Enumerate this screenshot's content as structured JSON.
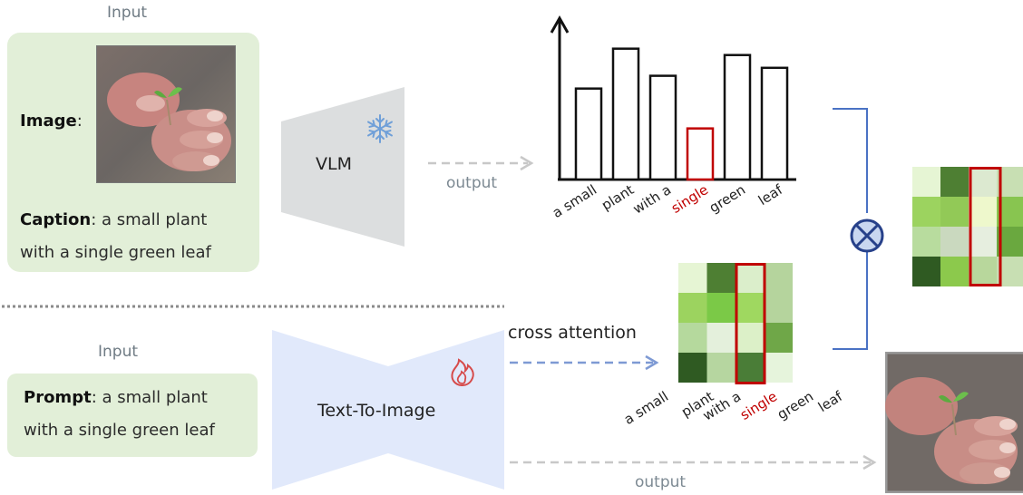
{
  "top": {
    "input_label": "Input",
    "image_label": "Image",
    "image_colon": ":",
    "caption_label": "Caption",
    "caption_text_1": ":  a small plant",
    "caption_text_2": "with a single green leaf",
    "vlm_label": "VLM",
    "output_label": "output"
  },
  "bottom": {
    "input_label": "Input",
    "prompt_label": "Prompt",
    "prompt_text_1": ":  a small plant",
    "prompt_text_2": "with a single green leaf",
    "t2i_label": "Text-To-Image",
    "cross_attention_label": "cross attention",
    "output_label": "output"
  },
  "tokens": [
    "a small",
    "plant",
    "with a",
    "single",
    "green",
    "leaf"
  ],
  "highlight_token": "single",
  "chart_data": {
    "type": "bar",
    "categories": [
      "a small",
      "plant",
      "with a",
      "single",
      "green",
      "leaf"
    ],
    "values": [
      0.57,
      0.82,
      0.65,
      0.32,
      0.78,
      0.7
    ],
    "highlight_index": 3
  },
  "colors": {
    "highlight": "#c00000",
    "axis": "#111111",
    "vlm_fill": "#dcdedf",
    "t2i_fill": "#e1e9fb",
    "green_box": "#e2efd8",
    "dashed_gray": "#c8c8c8",
    "dashed_blue": "#7e9ad4",
    "connector": "#4a72c4",
    "snowflake": "#6f9fd8",
    "fire": "#d64a4a"
  },
  "heatmap_small": [
    [
      "#e6f5d4",
      "#4e7f33",
      "#dbeecb",
      "#b5d49d"
    ],
    [
      "#9cd35f",
      "#7bc947",
      "#9fd860",
      "#b5d49d"
    ],
    [
      "#b5d99d",
      "#e4f0dc",
      "#dcf0c8",
      "#6fa748"
    ],
    [
      "#2f5a22",
      "#b6d6a0",
      "#4a7d37",
      "#e6f4dc"
    ]
  ],
  "heatmap_large": [
    [
      "#e6f5d4",
      "#4e7f33",
      "#dce9d0",
      "#c8dfb3"
    ],
    [
      "#9cd35f",
      "#92c957",
      "#eef8cc",
      "#88c550"
    ],
    [
      "#b8dc9e",
      "#cad9bf",
      "#e6eedf",
      "#6aa83f"
    ],
    [
      "#2f5a22",
      "#8cc94c",
      "#b8d79c",
      "#c8dfb3"
    ]
  ]
}
